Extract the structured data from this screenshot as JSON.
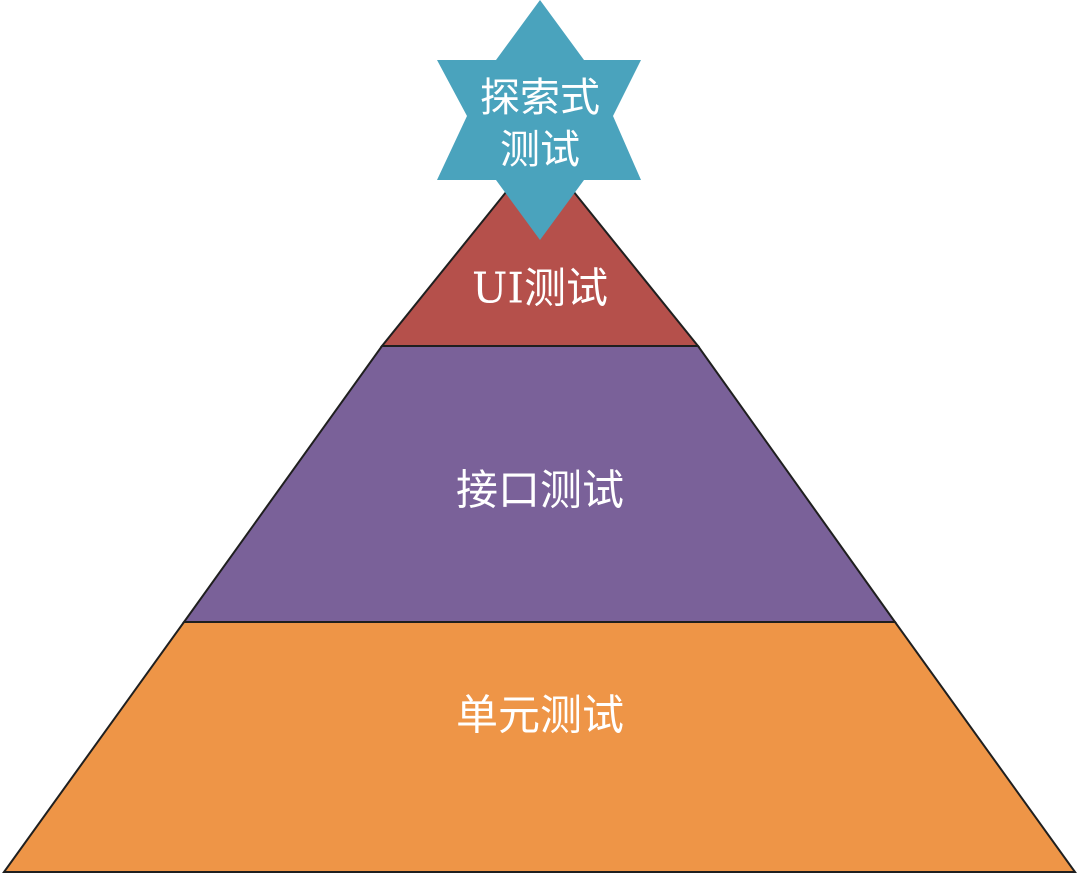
{
  "pyramid": {
    "layers": [
      {
        "id": "ui",
        "label": "UI测试",
        "color": "#b5504b"
      },
      {
        "id": "interface",
        "label": "接口测试",
        "color": "#7a6199"
      },
      {
        "id": "unit",
        "label": "单元测试",
        "color": "#ee9547"
      }
    ]
  },
  "star": {
    "line1": "探索式",
    "line2": "测试",
    "color": "#4aa3bd"
  }
}
